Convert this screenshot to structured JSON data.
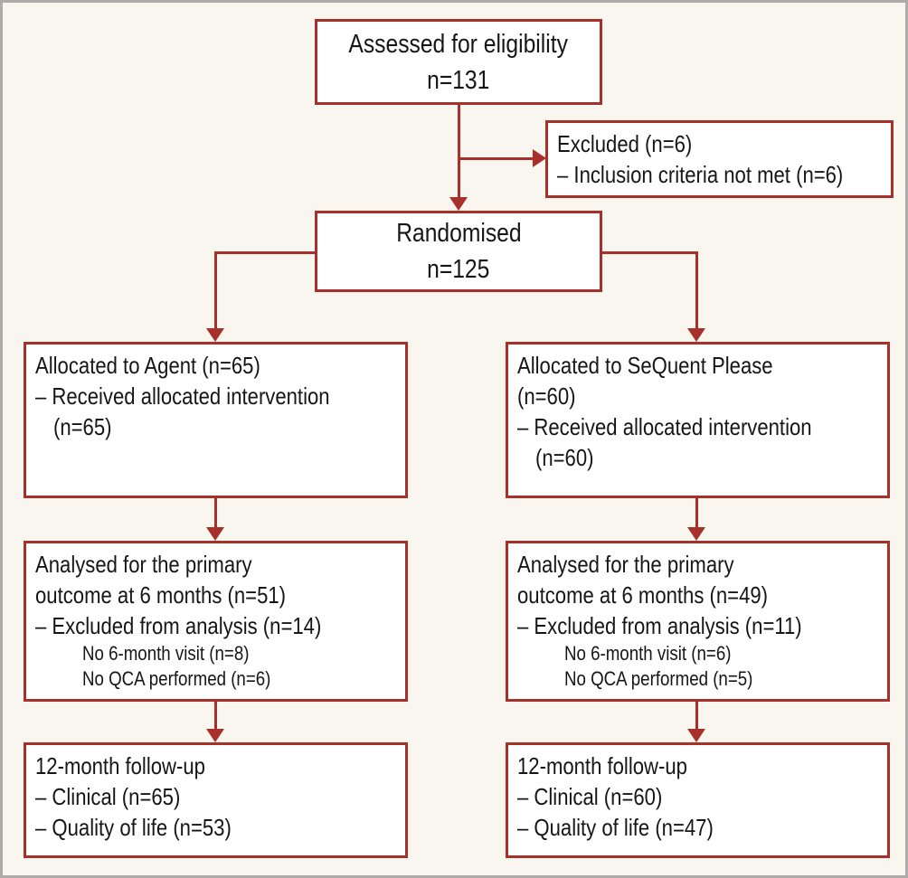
{
  "palette": {
    "accent_red": "#a8302a",
    "background": "#f9f6f0",
    "box_fill": "#ffffff",
    "text": "#161616",
    "outer_frame_gray": "#aeacaa"
  },
  "boxes": {
    "assessed": {
      "lines": [
        "Assessed for eligibility",
        "n=131"
      ]
    },
    "excluded": {
      "lines": [
        "Excluded (n=6)",
        "– Inclusion criteria not met (n=6)"
      ]
    },
    "randomised": {
      "lines": [
        "Randomised",
        "n=125"
      ]
    },
    "alloc_agent": {
      "lines": [
        "Allocated to Agent (n=65)",
        "– Received allocated intervention",
        "(n=65)"
      ]
    },
    "alloc_sequent": {
      "lines": [
        "Allocated to SeQuent Please",
        "(n=60)",
        "– Received allocated intervention",
        "(n=60)"
      ]
    },
    "analysis_agent": {
      "lines": [
        "Analysed for the primary",
        "outcome at 6 months (n=51)",
        "– Excluded from analysis (n=14)",
        "No 6-month visit (n=8)",
        "No QCA performed (n=6)"
      ]
    },
    "analysis_sequent": {
      "lines": [
        "Analysed for the primary",
        "outcome at 6 months (n=49)",
        "– Excluded from analysis (n=11)",
        "No 6-month visit (n=6)",
        "No QCA performed (n=5)"
      ]
    },
    "followup_agent": {
      "lines": [
        "12-month follow-up",
        "– Clinical (n=65)",
        "– Quality of life (n=53)"
      ]
    },
    "followup_sequent": {
      "lines": [
        "12-month follow-up",
        "– Clinical (n=60)",
        "– Quality of life (n=47)"
      ]
    }
  }
}
